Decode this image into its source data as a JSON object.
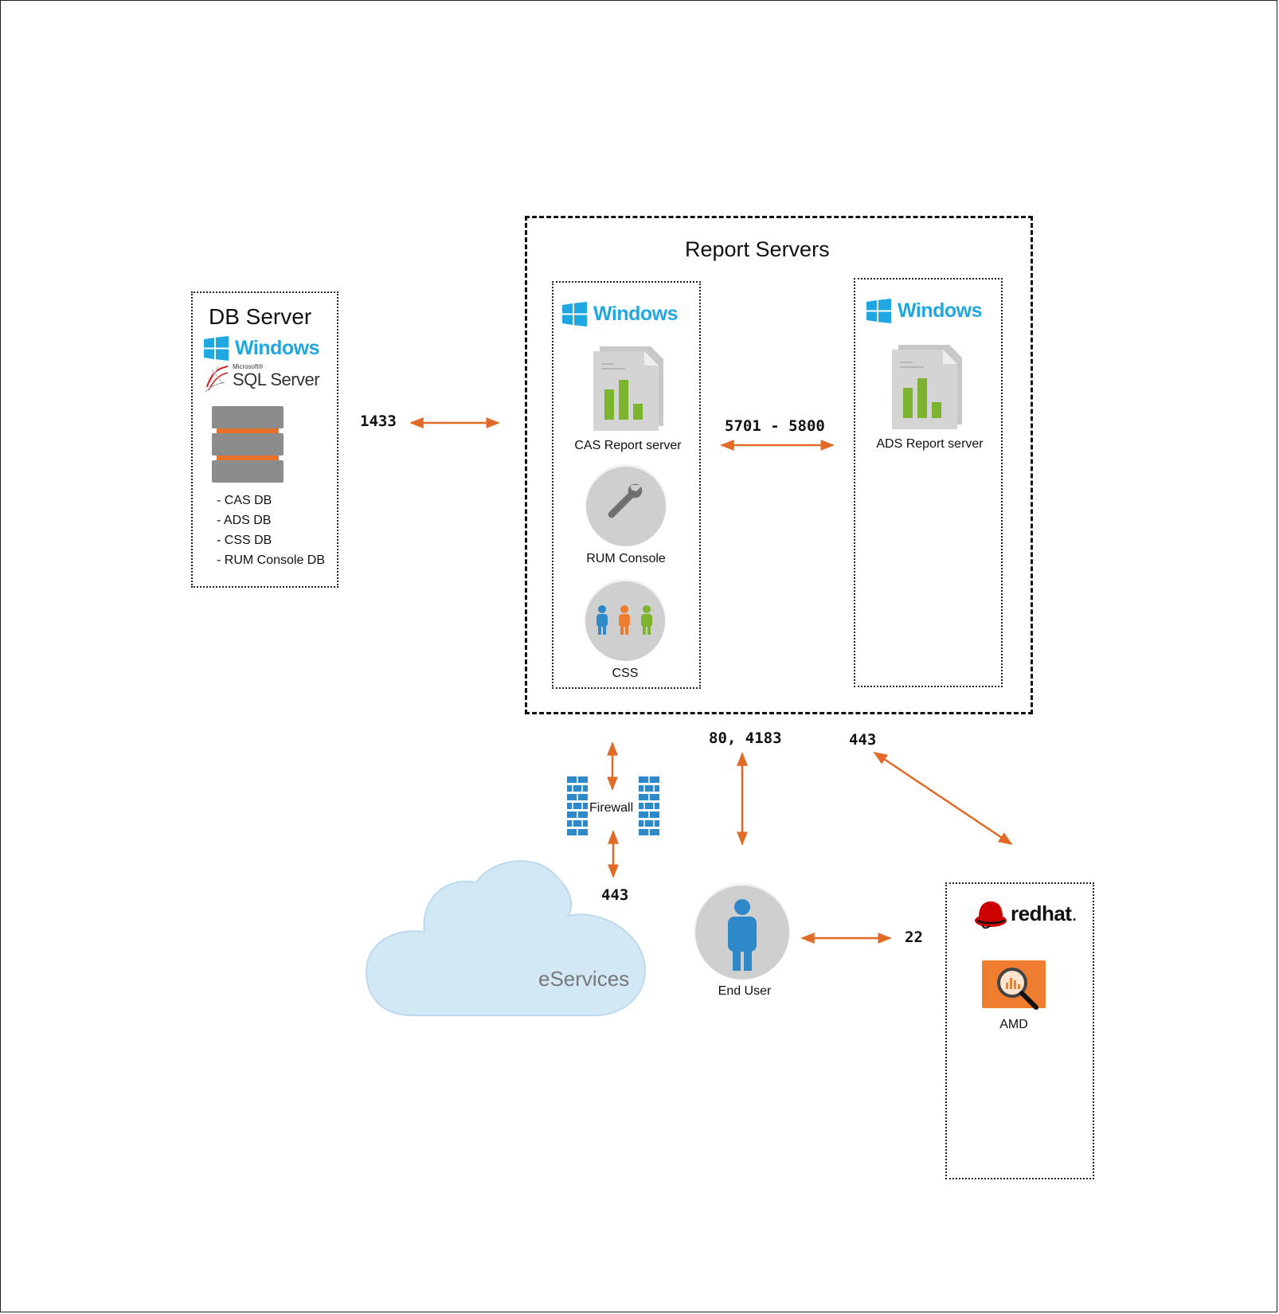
{
  "colors": {
    "arrow": "#e06a26",
    "windows_blue": "#1ea7e1",
    "chart_green": "#7cb32f",
    "db_gray": "#8c8c8c",
    "db_orange": "#e8722a",
    "cloud_fill": "#d3e8f5",
    "firewall_blue": "#2f88c8",
    "redhat_red": "#cc0000",
    "amd_orange": "#ef7d30"
  },
  "db_server": {
    "title": "DB Server",
    "os": "Windows",
    "sql_brand_small": "Microsoft®",
    "sql_brand": "SQL Server",
    "databases": [
      "- CAS DB",
      "- ADS DB",
      "- CSS DB",
      "- RUM Console DB"
    ],
    "icons": [
      "windows-icon",
      "sql-server-icon",
      "database-stack-icon"
    ]
  },
  "report_servers": {
    "title": "Report Servers",
    "cas_box": {
      "os": "Windows",
      "components": [
        "CAS Report server",
        "RUM Console",
        "CSS"
      ]
    },
    "ads_box": {
      "os": "Windows",
      "components": [
        "ADS Report server"
      ]
    }
  },
  "ports": {
    "db_to_report": "1433",
    "cas_to_ads": "5701 - 5800",
    "report_to_user": "80, 4183",
    "report_to_redhat": "443",
    "firewall_to_eservices": "443",
    "user_to_redhat": "22"
  },
  "firewall": {
    "label": "Firewall"
  },
  "eservices": {
    "label": "eServices"
  },
  "end_user": {
    "label": "End User"
  },
  "redhat_box": {
    "brand": "redhat",
    "brand_suffix": ".",
    "components": [
      "AMD"
    ]
  }
}
